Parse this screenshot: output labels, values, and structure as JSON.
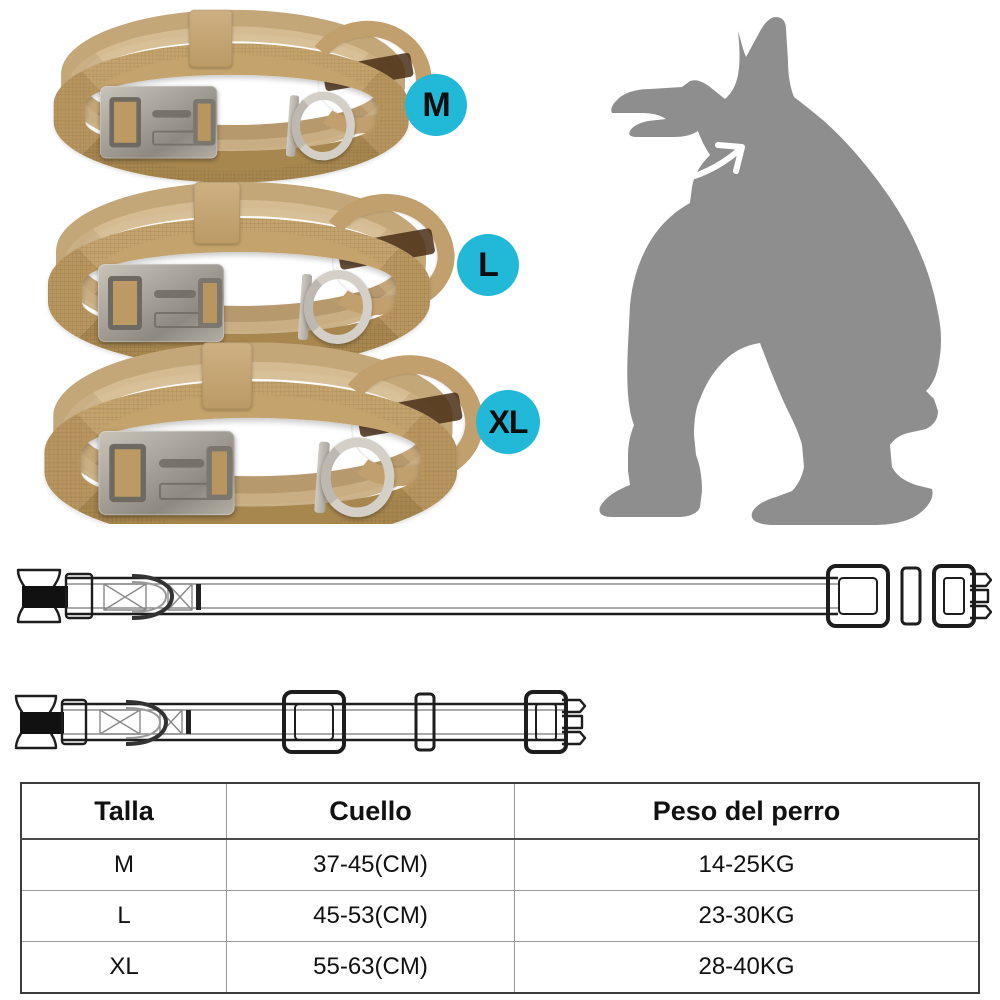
{
  "product": {
    "type": "tactical-dog-collar",
    "material_color": "#b9965f",
    "hardware_color": "#b5b0a6",
    "accent_color": "#22b8d8",
    "silhouette_color": "#8e8e8e"
  },
  "badges": [
    {
      "label": "M",
      "color": "#22b8d8",
      "text_color": "#0d0d0d"
    },
    {
      "label": "L",
      "color": "#22b8d8",
      "text_color": "#0d0d0d"
    },
    {
      "label": "XL",
      "color": "#22b8d8",
      "text_color": "#0d0d0d"
    }
  ],
  "collar_photos": [
    {
      "size_label": "M"
    },
    {
      "size_label": "L"
    },
    {
      "size_label": "XL"
    }
  ],
  "dog_diagram": {
    "alt": "sitting dog side silhouette",
    "arrow_label": "",
    "arrow_name": "neck-measure-arrow"
  },
  "line_diagrams": [
    {
      "name": "collar-line-drawing-large",
      "size_hint": "long"
    },
    {
      "name": "collar-line-drawing-small",
      "size_hint": "short"
    }
  ],
  "table": {
    "headers": [
      "Talla",
      "Cuello",
      "Peso del perro"
    ],
    "rows": [
      {
        "talla": "M",
        "cuello": "37-45(CM)",
        "peso": "14-25KG"
      },
      {
        "talla": "L",
        "cuello": "45-53(CM)",
        "peso": "23-30KG"
      },
      {
        "talla": "XL",
        "cuello": "55-63(CM)",
        "peso": "28-40KG"
      }
    ]
  }
}
